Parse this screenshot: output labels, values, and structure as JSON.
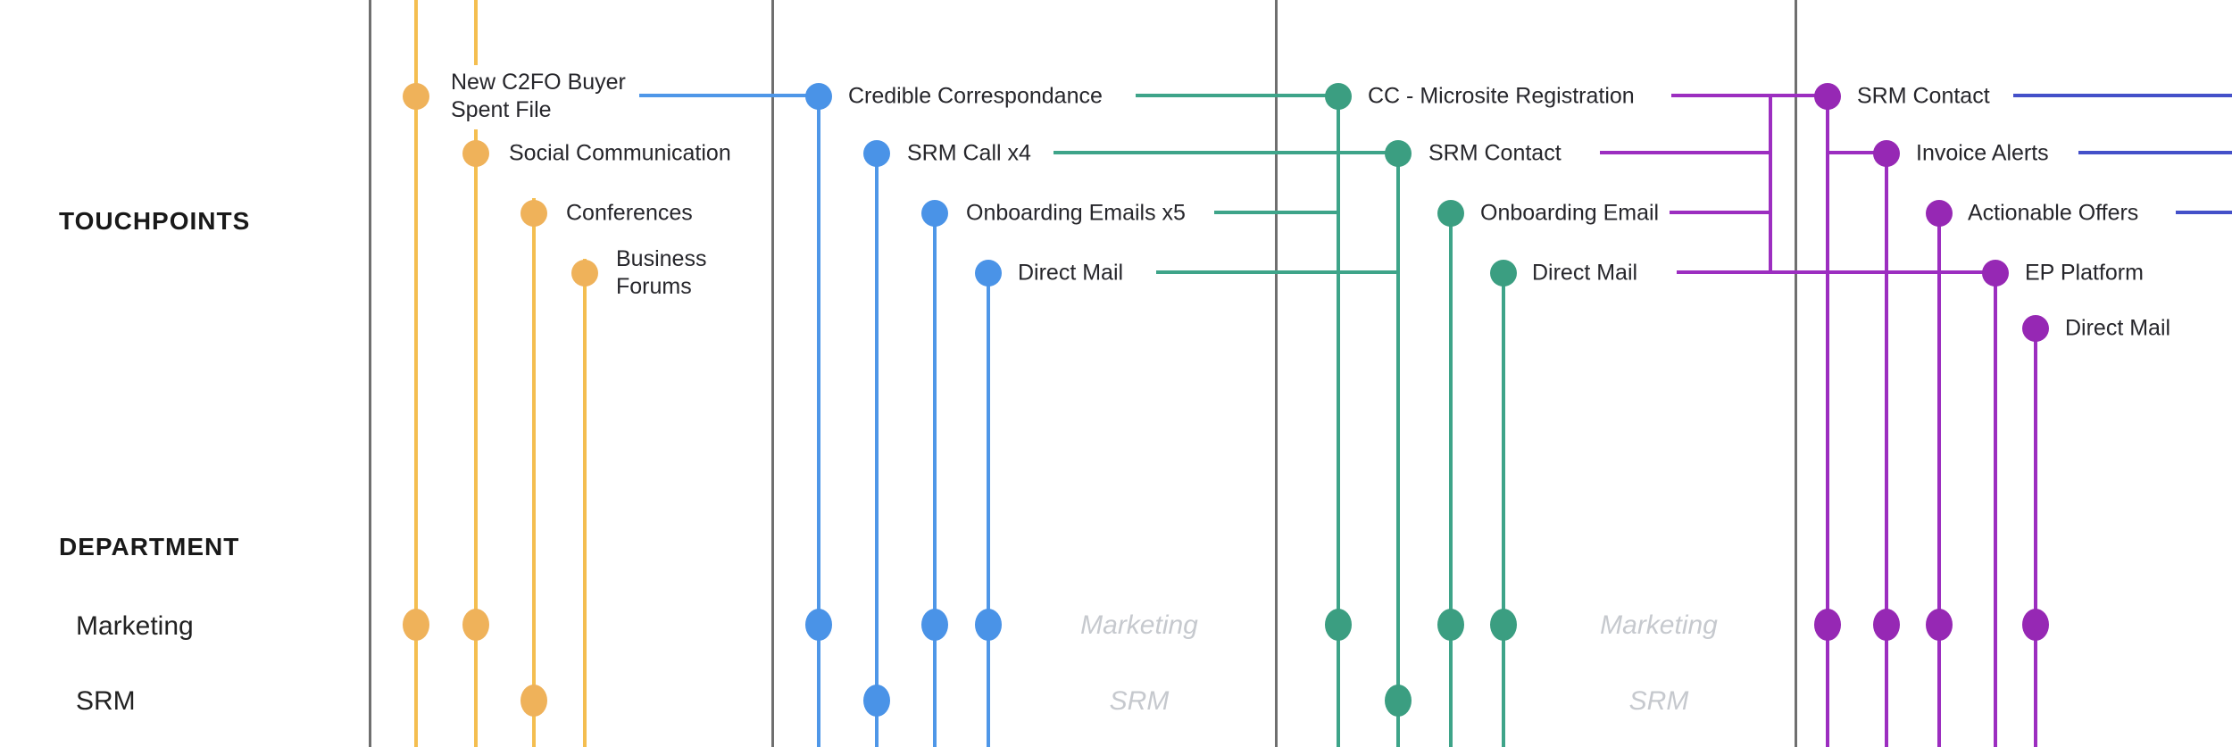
{
  "palette": {
    "yellow": "#F4BE50",
    "yellow_dot": "#EFB25A",
    "blue": "#4F97E8",
    "blue_dot": "#4A93E7",
    "green": "#3EA489",
    "green_dot": "#3B9E81",
    "purple": "#9C2EC0",
    "purple_dot": "#9628B4",
    "indigo": "#4450C9",
    "divider": "#6F6F6F",
    "text": "#26262B",
    "heading": "#191919",
    "watermark": "#C6C9CE",
    "background": "#FFFFFF"
  },
  "sidebar": {
    "touchpoints_header": "TOUCHPOINTS",
    "department_header": "DEPARTMENT",
    "department_rows": [
      "Marketing",
      "SRM"
    ]
  },
  "watermarks": {
    "marketing": "Marketing",
    "srm": "SRM"
  },
  "columns": [
    {
      "id": "phase-1",
      "color": "#F4BE50",
      "touchpoints": [
        {
          "label": "New C2FO Buyer Spent File",
          "lines": [
            "New C2FO Buyer",
            "Spent File"
          ],
          "department": "Marketing"
        },
        {
          "label": "Social Communication",
          "lines": [
            "Social Communication"
          ],
          "department": "Marketing"
        },
        {
          "label": "Conferences",
          "lines": [
            "Conferences"
          ],
          "department": "SRM"
        },
        {
          "label": "Business Forums",
          "lines": [
            "Business",
            "Forums"
          ],
          "department": null
        }
      ]
    },
    {
      "id": "phase-2",
      "color": "#4F97E8",
      "touchpoints": [
        {
          "label": "Credible Correspondance",
          "lines": [
            "Credible Correspondance"
          ],
          "department": "Marketing"
        },
        {
          "label": "SRM Call x4",
          "lines": [
            "SRM Call x4"
          ],
          "department": "SRM"
        },
        {
          "label": "Onboarding Emails x5",
          "lines": [
            "Onboarding Emails x5"
          ],
          "department": "Marketing"
        },
        {
          "label": "Direct Mail",
          "lines": [
            "Direct Mail"
          ],
          "department": "Marketing"
        }
      ]
    },
    {
      "id": "phase-3",
      "color": "#3EA489",
      "touchpoints": [
        {
          "label": "CC - Microsite Registration",
          "lines": [
            "CC - Microsite Registration"
          ],
          "department": "Marketing"
        },
        {
          "label": "SRM Contact",
          "lines": [
            "SRM Contact"
          ],
          "department": "SRM"
        },
        {
          "label": "Onboarding Email",
          "lines": [
            "Onboarding Email"
          ],
          "department": "Marketing"
        },
        {
          "label": "Direct Mail",
          "lines": [
            "Direct Mail"
          ],
          "department": "Marketing"
        }
      ]
    },
    {
      "id": "phase-4",
      "color": "#9C2EC0",
      "touchpoints": [
        {
          "label": "SRM Contact",
          "lines": [
            "SRM Contact"
          ],
          "department": "Marketing"
        },
        {
          "label": "Invoice Alerts",
          "lines": [
            "Invoice Alerts"
          ],
          "department": "Marketing"
        },
        {
          "label": "Actionable Offers",
          "lines": [
            "Actionable Offers"
          ],
          "department": "Marketing"
        },
        {
          "label": "EP Platform",
          "lines": [
            "EP Platform"
          ],
          "department": null
        },
        {
          "label": "Direct Mail",
          "lines": [
            "Direct Mail"
          ],
          "department": "Marketing"
        }
      ]
    }
  ],
  "connections": [
    {
      "from": "New C2FO Buyer Spent File",
      "to": "Credible Correspondance",
      "color": "#4F97E8"
    },
    {
      "from": "Credible Correspondance",
      "to": "CC - Microsite Registration",
      "color": "#3EA489"
    },
    {
      "from": "SRM Call x4",
      "to": "SRM Contact (phase-3)",
      "color": "#3EA489"
    },
    {
      "from": "Onboarding Emails x5",
      "to": "CC - Microsite Registration stem",
      "color": "#3EA489"
    },
    {
      "from": "Direct Mail (phase-2)",
      "to": "SRM Contact (phase-3) stem",
      "color": "#3EA489"
    },
    {
      "from": "CC - Microsite Registration",
      "to": "SRM Contact (phase-4)",
      "color": "#9C2EC0"
    },
    {
      "from": "SRM Contact (phase-3)",
      "to": "purple trunk",
      "color": "#9C2EC0"
    },
    {
      "from": "SRM Contact (phase-4) stem",
      "to": "Invoice Alerts",
      "color": "#9C2EC0"
    },
    {
      "from": "Onboarding Email",
      "to": "purple trunk",
      "color": "#9C2EC0"
    },
    {
      "from": "Direct Mail (phase-3)",
      "to": "EP Platform",
      "color": "#9C2EC0"
    },
    {
      "from": "SRM Contact (phase-4)",
      "to": "right edge (next phase)",
      "color": "#4450C9"
    },
    {
      "from": "Invoice Alerts",
      "to": "right edge (next phase)",
      "color": "#4450C9"
    },
    {
      "from": "Actionable Offers",
      "to": "right edge (next phase)",
      "color": "#4450C9"
    }
  ]
}
